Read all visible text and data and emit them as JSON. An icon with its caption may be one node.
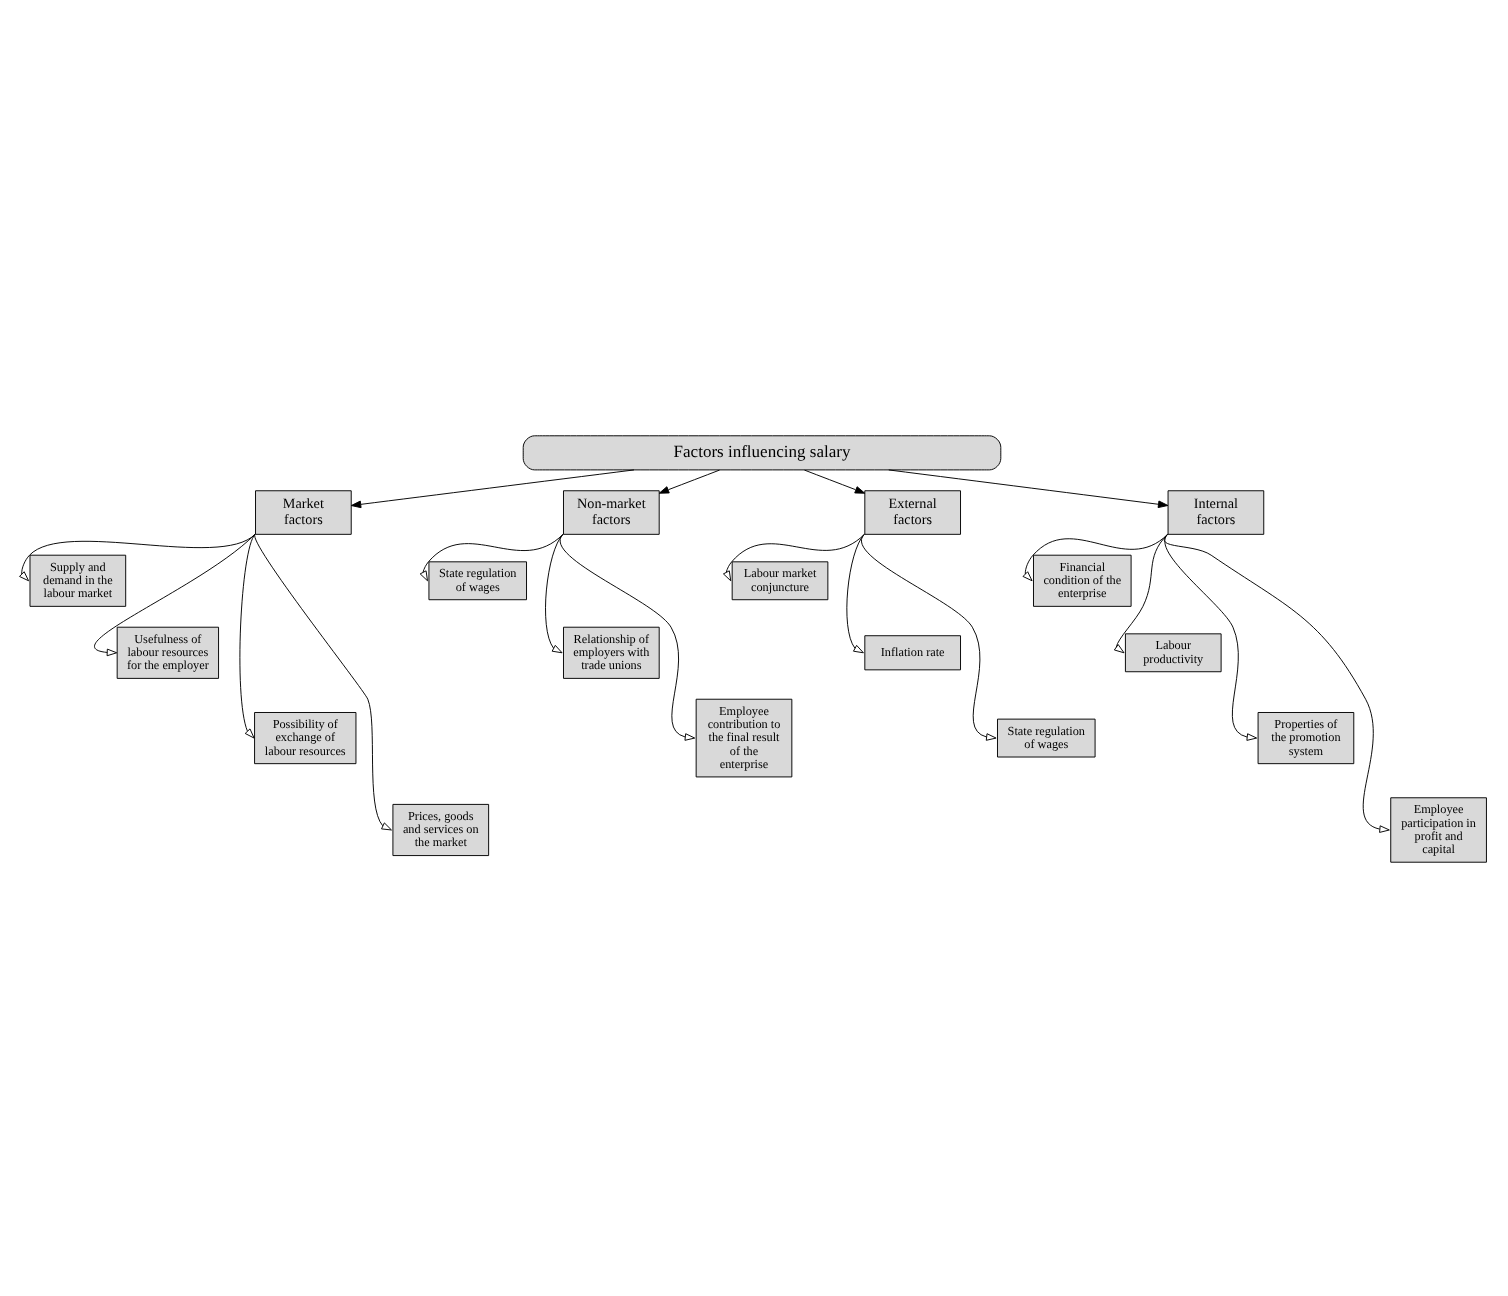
{
  "diagram": {
    "nodes": [
      {
        "text": [
          "Factors influencing salary"
        ]
      },
      {
        "text": [
          "Market factors"
        ]
      },
      {
        "text": [
          "Non-market factors"
        ]
      },
      {
        "text": [
          "External factors"
        ]
      },
      {
        "text": [
          "Internal factors"
        ]
      },
      {
        "text": [
          "Supply and demand in the labour market"
        ]
      },
      {
        "text": [
          "Usefulness of labour resources for the employer"
        ]
      },
      {
        "text": [
          "Possibility of exchange of labour resources"
        ]
      },
      {
        "text": [
          "Prices, goods and services on the market"
        ]
      },
      {
        "text": [
          "State regulation of wages"
        ]
      },
      {
        "text": [
          "Relationship of employers with trade unions"
        ]
      },
      {
        "text": [
          "Employee contribution to the final result of the enterprise"
        ]
      },
      {
        "text": [
          "Labour market conjuncture"
        ]
      },
      {
        "text": [
          "Inflation rate"
        ]
      },
      {
        "text": [
          "State regulation of wages"
        ]
      },
      {
        "text": [
          "Financial condition of the enterprise"
        ]
      },
      {
        "text": [
          "Labour productivity"
        ]
      },
      {
        "text": [
          "Properties of the promotion system"
        ]
      },
      {
        "text": [
          "Employee participation in profit and capital"
        ]
      }
    ],
    "edges": [
      {
        "from": 0,
        "to": 1,
        "arrow": "to"
      },
      {
        "from": 0,
        "to": 2,
        "arrow": "to"
      },
      {
        "from": 0,
        "to": 3,
        "arrow": "to"
      },
      {
        "from": 0,
        "to": 4,
        "arrow": "to"
      },
      {
        "from": 1,
        "to": 5,
        "arrow": "to"
      },
      {
        "from": 1,
        "to": 6,
        "arrow": "to"
      },
      {
        "from": 1,
        "to": 7,
        "arrow": "to"
      },
      {
        "from": 1,
        "to": 8,
        "arrow": "to"
      },
      {
        "from": 2,
        "to": 9,
        "arrow": "to"
      },
      {
        "from": 2,
        "to": 10,
        "arrow": "to"
      },
      {
        "from": 2,
        "to": 11,
        "arrow": "to"
      },
      {
        "from": 3,
        "to": 12,
        "arrow": "to"
      },
      {
        "from": 3,
        "to": 13,
        "arrow": "to"
      },
      {
        "from": 3,
        "to": 14,
        "arrow": "to"
      },
      {
        "from": 4,
        "to": 15,
        "arrow": "to"
      },
      {
        "from": 4,
        "to": 16,
        "arrow": "to"
      },
      {
        "from": 4,
        "to": 17,
        "arrow": "to"
      },
      {
        "from": 4,
        "to": 18,
        "arrow": "to"
      }
    ]
  }
}
